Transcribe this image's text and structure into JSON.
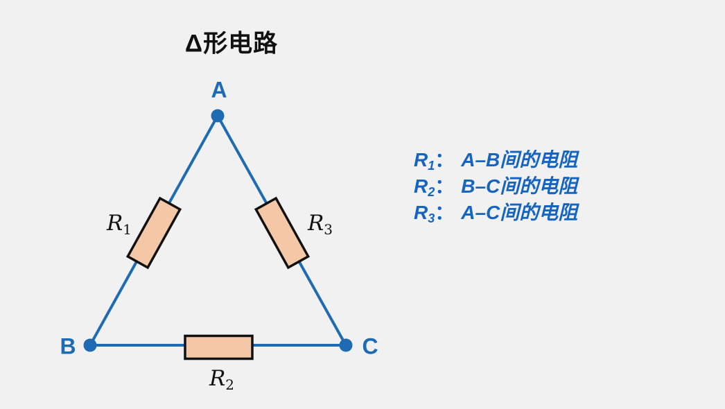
{
  "title": "Δ形电路",
  "colors": {
    "background": "#f1f1f2",
    "circuit-blue": "#1e6bb3",
    "legend-blue": "#1565c0",
    "resistor-fill": "#f4c8a6",
    "resistor-border": "#111111",
    "text-black": "#111111"
  },
  "nodes": [
    {
      "label": "A"
    },
    {
      "label": "B"
    },
    {
      "label": "C"
    }
  ],
  "resistors": [
    {
      "base": "R",
      "sub": "1"
    },
    {
      "base": "R",
      "sub": "2"
    },
    {
      "base": "R",
      "sub": "3"
    }
  ],
  "legend": {
    "items": [
      {
        "base": "R",
        "sub": "1",
        "colon": "：",
        "text": "A–B间的电阻"
      },
      {
        "base": "R",
        "sub": "2",
        "colon": "：",
        "text": "B–C间的电阻"
      },
      {
        "base": "R",
        "sub": "3",
        "colon": "：",
        "text": "A–C间的电阻"
      }
    ]
  }
}
